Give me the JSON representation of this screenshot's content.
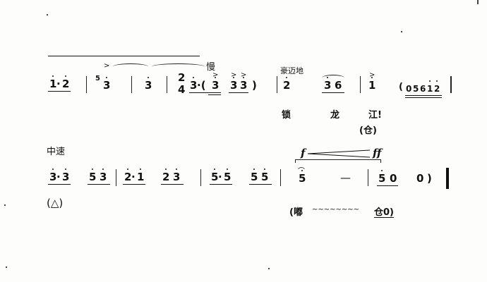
{
  "row1": {
    "tempo_slow": "慢",
    "expression": "豪迈地",
    "notes": [
      "1",
      "·",
      "2",
      "5",
      "3",
      "3",
      "2",
      "4",
      "3",
      "·(",
      "3",
      "3",
      "3",
      ")",
      "2",
      "3",
      "6",
      "1",
      "(",
      "0",
      "5",
      "6",
      "1",
      "2"
    ],
    "lyrics": [
      "锁",
      "龙",
      "江!"
    ],
    "percussion": "(仓)"
  },
  "row2": {
    "tempo_medium": "中速",
    "notes": [
      "3",
      "·",
      "3",
      "5",
      "3",
      "2",
      "·",
      "1",
      "2",
      "3",
      "5",
      "·",
      "5",
      "5",
      "5",
      "5",
      "—",
      "5",
      "0",
      "0",
      ")"
    ],
    "dynamics_start": "f",
    "dynamics_end": "ff",
    "percussion_left": "(△)",
    "percussion_roll": "(嘟",
    "roll_wave": "~~~~~~~~",
    "percussion_end": "仓0)"
  }
}
